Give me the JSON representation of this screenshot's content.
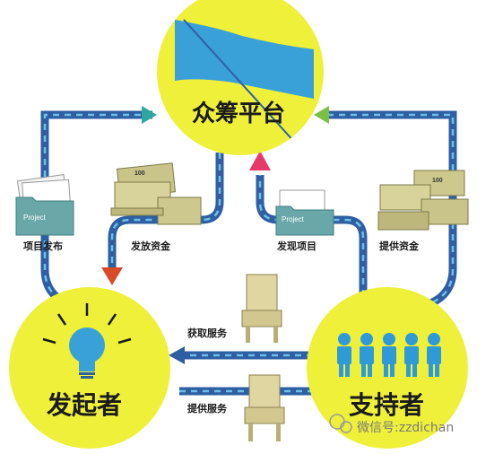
{
  "nodes": {
    "platform": "众筹平台",
    "initiator": "发起者",
    "supporters": "支持者"
  },
  "edges": {
    "publish_project": "项目发布",
    "release_funds": "发放资金",
    "discover_project": "发现项目",
    "provide_funds": "提供资金",
    "obtain_service": "获取服务",
    "provide_service": "提供服务"
  },
  "icons": {
    "folder_left": "Project",
    "folder_right": "Project",
    "cash_value": "100"
  },
  "watermark": {
    "prefix": "微信号:",
    "account": "zzdichan"
  },
  "colors": {
    "node_fill": "#eef03a",
    "flow_line": "#2e5fa3",
    "flow_dash": "#6fc0e8",
    "water": "#3aa0d8",
    "arrow_teal": "#2fa7a0",
    "arrow_green": "#7cc043",
    "arrow_red": "#d84a2a",
    "arrow_pink": "#e83a6a",
    "person": "#2e9ad8",
    "bulb": "#3aa0d8",
    "chair": "#e0d6a2"
  }
}
